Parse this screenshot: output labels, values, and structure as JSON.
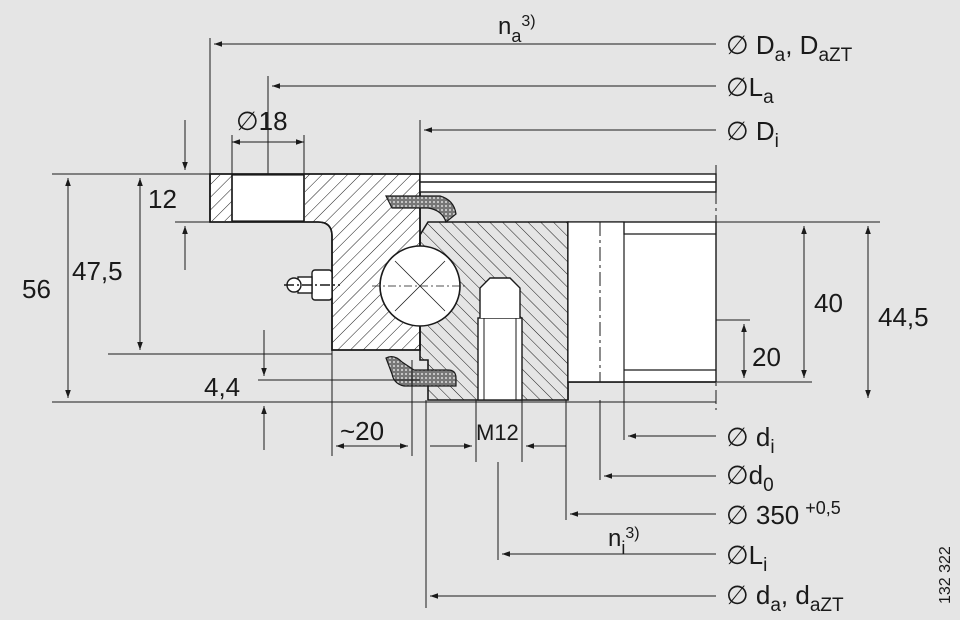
{
  "colors": {
    "background": "#e5e5e5",
    "line": "#1a1a1a",
    "part_fill": "#ffffff",
    "seal_fill": "#555555"
  },
  "labels": {
    "na": "n",
    "na_sub": "a",
    "na_sup": "3)",
    "Da": "∅ D",
    "Da_sub": "a",
    "Da_sep": ", D",
    "DaZT_sub": "aZT",
    "La": "∅L",
    "La_sub": "a",
    "Di": "∅ D",
    "Di_sub": "i",
    "d18": "∅18",
    "h12": "12",
    "h56": "56",
    "h475": "47,5",
    "h44": "4,4",
    "w20": "~20",
    "m12": "M12",
    "h40": "40",
    "h445": "44,5",
    "h20": "20",
    "di": "∅ d",
    "di_sub": "i",
    "d0": "∅d",
    "d0_sub": "0",
    "d350": "∅ 350",
    "d350_tol": "+0,5",
    "ni": "n",
    "ni_sub": "i",
    "ni_sup": "3)",
    "Li": "∅L",
    "Li_sub": "i",
    "da": "∅ d",
    "da_sub": "a",
    "da_sep": ", d",
    "daZT_sub": "aZT",
    "drawing_number": "132 322"
  }
}
